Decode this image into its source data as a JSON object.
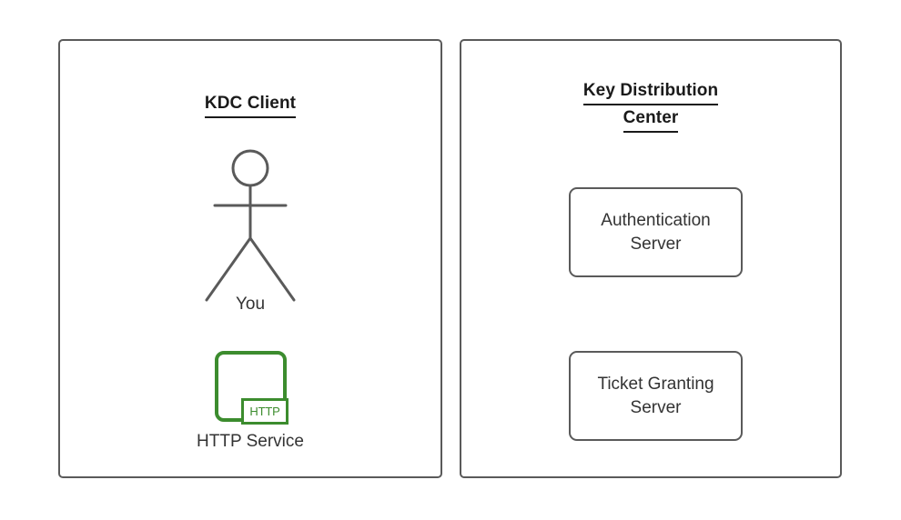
{
  "diagram": {
    "background_color": "#ffffff",
    "stroke_color": "#5a5a5a",
    "text_color": "#333333",
    "title_color": "#1a1a1a",
    "accent_green": "#3C8C2E"
  },
  "client_panel": {
    "title_line1": "KDC Client",
    "actor": {
      "icon": "stick-figure-person-icon",
      "label": "You"
    },
    "service": {
      "icon": "http-service-icon",
      "badge_text": "HTTP",
      "label": "HTTP Service"
    }
  },
  "kdc_panel": {
    "title_line1": "Key Distribution",
    "title_line2": "Center",
    "servers": [
      {
        "label": "Authentication\nServer",
        "line1": "Authentication",
        "line2": "Server"
      },
      {
        "label": "Ticket Granting\nServer",
        "line1": "Ticket Granting",
        "line2": "Server"
      }
    ]
  }
}
